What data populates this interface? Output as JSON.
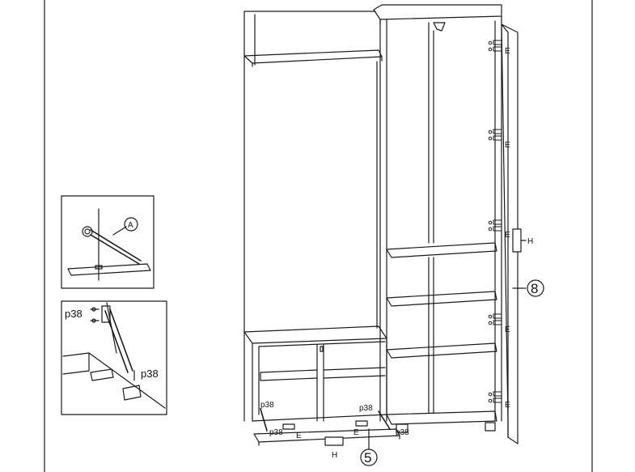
{
  "labels": {
    "inset_a": "A",
    "p38": "p38",
    "E": "E",
    "H": "H",
    "part_5": "5",
    "part_8": "8"
  }
}
